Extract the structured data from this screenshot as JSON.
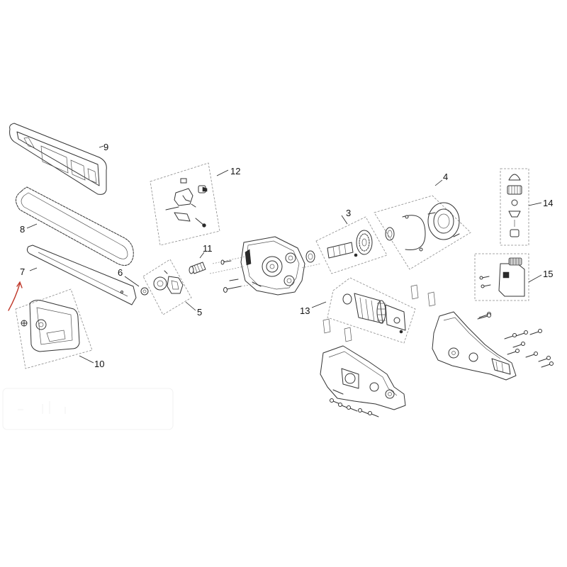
{
  "diagram": {
    "labels": {
      "l3": "3",
      "l4": "4",
      "l5": "5",
      "l6": "6",
      "l7": "7",
      "l8": "8",
      "l9": "9",
      "l10": "10",
      "l11": "11",
      "l12": "12",
      "l13": "13",
      "l14": "14",
      "l15": "15"
    },
    "colors": {
      "linework": "#333333",
      "annotation_arrow": "#c0392b",
      "background": "#ffffff"
    }
  }
}
